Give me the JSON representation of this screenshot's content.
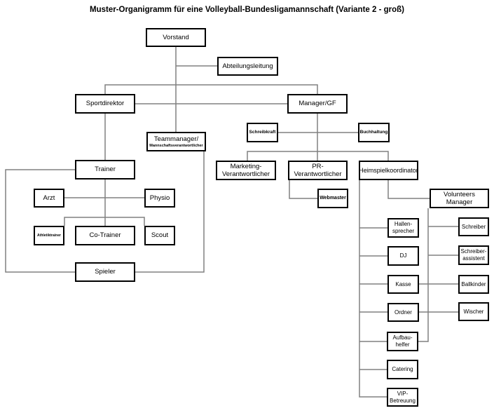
{
  "title": "Muster-Organigramm für eine Volleyball-Bundesligamannschaft (Variante 2 - groß)",
  "colors": {
    "background": "#ffffff",
    "box_border": "#000000",
    "connector_line": "#808080",
    "text": "#000000"
  },
  "nodes": {
    "vorstand": {
      "label": "Vorstand"
    },
    "abteilungsleitung": {
      "label": "Abteilungsleitung"
    },
    "sportdirektor": {
      "label": "Sportdirektor"
    },
    "manager": {
      "label": "Manager/GF"
    },
    "schreibkraft": {
      "label": "Schreibkraft"
    },
    "buchhaltung": {
      "label": "Buchhaltung"
    },
    "teammanager": {
      "label": "Teammanager/",
      "sublabel": "Mannschaftsverantwortlicher"
    },
    "trainer": {
      "label": "Trainer"
    },
    "marketing": {
      "label": "Marketing-\nVerantwortlicher"
    },
    "pr": {
      "label": "PR-Verantwortlicher"
    },
    "heimspiel": {
      "label": "Heimspielkoordinator"
    },
    "arzt": {
      "label": "Arzt"
    },
    "physio": {
      "label": "Physio"
    },
    "webmaster": {
      "label": "Webmaster"
    },
    "volunteers": {
      "label": "Volunteers Manager"
    },
    "athletiktrainer": {
      "label": "Athletiktrainer"
    },
    "cotrainer": {
      "label": "Co-Trainer"
    },
    "scout": {
      "label": "Scout"
    },
    "spieler": {
      "label": "Spieler"
    },
    "hallensprecher": {
      "label": "Hallen-\nsprecher"
    },
    "dj": {
      "label": "DJ"
    },
    "kasse": {
      "label": "Kasse"
    },
    "ordner": {
      "label": "Ordner"
    },
    "aufbauhelfer": {
      "label": "Aufbau-\nhelfer"
    },
    "catering": {
      "label": "Catering"
    },
    "vip": {
      "label": "VIP-\nBetreuung"
    },
    "schreiber": {
      "label": "Schreiber"
    },
    "schreiberassistent": {
      "label": "Schreiber-\nassistent"
    },
    "ballkinder": {
      "label": "Ballkinder"
    },
    "wischer": {
      "label": "Wischer"
    }
  }
}
